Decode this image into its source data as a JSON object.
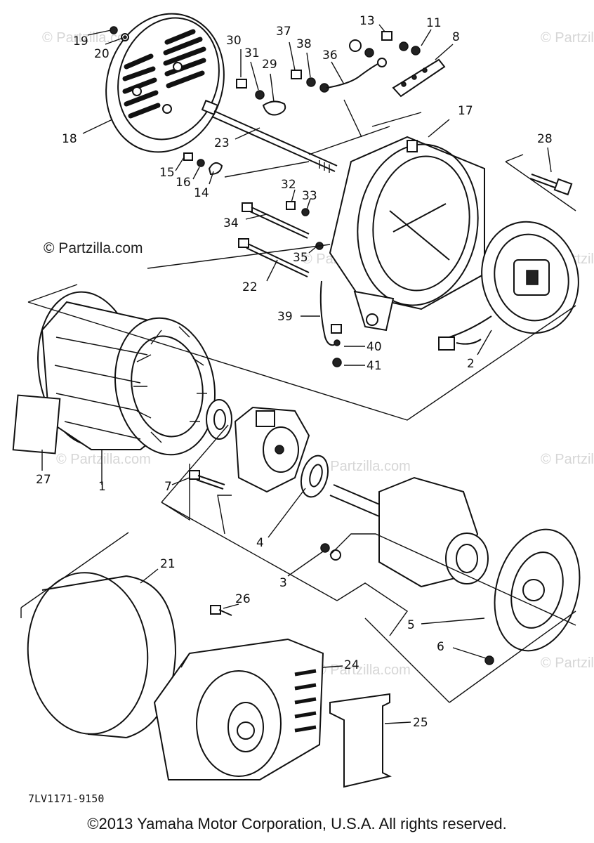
{
  "diagram": {
    "part_labels": [
      {
        "id": "19",
        "text": "19"
      },
      {
        "id": "20",
        "text": "20"
      },
      {
        "id": "30",
        "text": "30"
      },
      {
        "id": "31",
        "text": "31"
      },
      {
        "id": "29",
        "text": "29"
      },
      {
        "id": "37",
        "text": "37"
      },
      {
        "id": "38",
        "text": "38"
      },
      {
        "id": "36",
        "text": "36"
      },
      {
        "id": "13",
        "text": "13"
      },
      {
        "id": "11",
        "text": "11"
      },
      {
        "id": "8",
        "text": "8"
      },
      {
        "id": "18",
        "text": "18"
      },
      {
        "id": "23",
        "text": "23"
      },
      {
        "id": "17",
        "text": "17"
      },
      {
        "id": "28",
        "text": "28"
      },
      {
        "id": "15",
        "text": "15"
      },
      {
        "id": "16",
        "text": "16"
      },
      {
        "id": "14",
        "text": "14"
      },
      {
        "id": "32",
        "text": "32"
      },
      {
        "id": "33",
        "text": "33"
      },
      {
        "id": "34",
        "text": "34"
      },
      {
        "id": "35",
        "text": "35"
      },
      {
        "id": "22",
        "text": "22"
      },
      {
        "id": "39",
        "text": "39"
      },
      {
        "id": "40",
        "text": "40"
      },
      {
        "id": "41",
        "text": "41"
      },
      {
        "id": "2",
        "text": "2"
      },
      {
        "id": "27",
        "text": "27"
      },
      {
        "id": "1",
        "text": "1"
      },
      {
        "id": "7",
        "text": "7"
      },
      {
        "id": "4",
        "text": "4"
      },
      {
        "id": "3",
        "text": "3"
      },
      {
        "id": "21",
        "text": "21"
      },
      {
        "id": "26",
        "text": "26"
      },
      {
        "id": "5",
        "text": "5"
      },
      {
        "id": "6",
        "text": "6"
      },
      {
        "id": "24",
        "text": "24"
      },
      {
        "id": "25",
        "text": "25"
      }
    ],
    "drawing_code": "7LV1171-9150",
    "watermark_main": "© Partzilla.com",
    "watermark_repeat": "© Partzilla.com"
  },
  "footer": {
    "copyright": "©2013 Yamaha Motor Corporation, U.S.A. All rights reserved."
  }
}
